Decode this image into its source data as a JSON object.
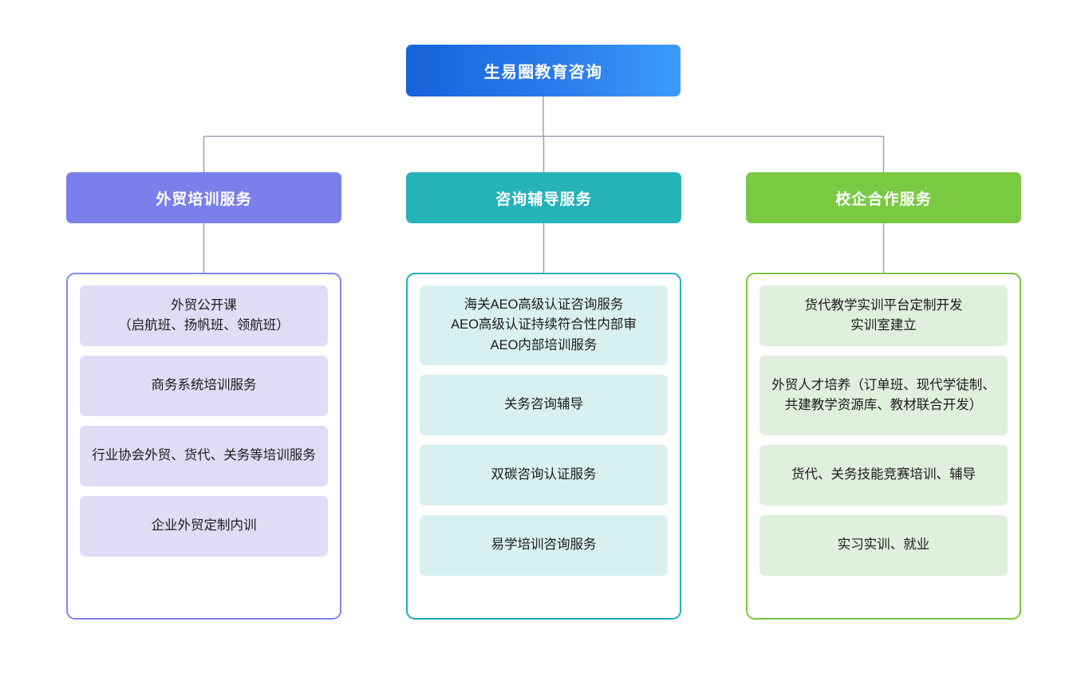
{
  "chart_data": {
    "type": "diagram",
    "diagram_kind": "organizational-tree",
    "title": "生易圈教育咨询",
    "levels": 3,
    "root": {
      "label": "生易圈教育咨询",
      "color_start": "#1763db",
      "color_end": "#3d9bfb",
      "text_color": "#ffffff"
    },
    "branches": [
      {
        "label": "外贸培训服务",
        "accent": "#7b7fec",
        "leaf_bg": "#e0dcf5",
        "leaves": [
          "外贸公开课\n（启航班、扬帆班、领航班）",
          "商务系统培训服务",
          "行业协会外贸、货代、关务等培训服务",
          "企业外贸定制内训"
        ]
      },
      {
        "label": "咨询辅导服务",
        "accent": "#26b3b8",
        "leaf_bg": "#d9f0f0",
        "leaves": [
          "海关AEO高级认证咨询服务\nAEO高级认证持续符合性内部审\nAEO内部培训服务",
          "关务咨询辅导",
          "双碳咨询认证服务",
          "易学培训咨询服务"
        ]
      },
      {
        "label": "校企合作服务",
        "accent": "#7ac943",
        "leaf_bg": "#dff0dc",
        "leaves": [
          "货代教学实训平台定制开发\n实训室建立",
          "外贸人才培养（订单班、现代学徒制、共建教学资源库、教材联合开发）",
          "货代、关务技能竞赛培训、辅导",
          "实习实训、就业"
        ]
      }
    ],
    "connector_color": "#9aa3b0",
    "background": "#ffffff"
  }
}
